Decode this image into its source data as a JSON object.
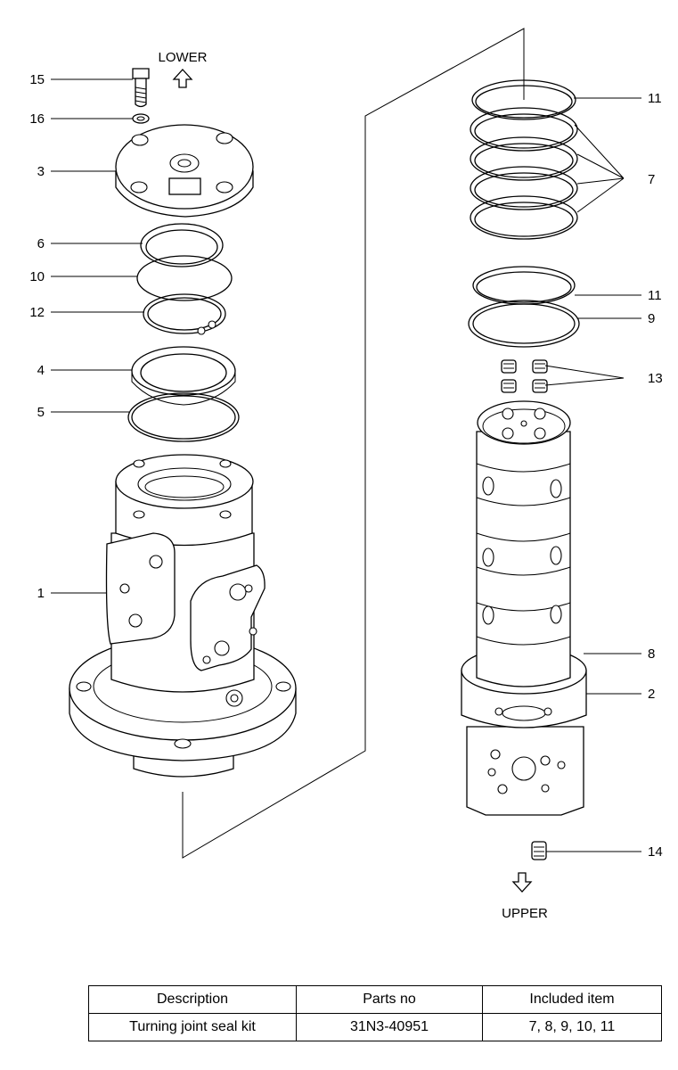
{
  "diagram": {
    "direction_top": "LOWER",
    "direction_bottom": "UPPER",
    "callouts": [
      "15",
      "16",
      "3",
      "6",
      "10",
      "12",
      "4",
      "5",
      "1",
      "11",
      "7",
      "11",
      "9",
      "13",
      "8",
      "2",
      "14"
    ]
  },
  "table": {
    "headers": [
      "Description",
      "Parts no",
      "Included item"
    ],
    "rows": [
      [
        "Turning joint seal kit",
        "31N3-40951",
        "7, 8, 9, 10, 11"
      ]
    ]
  }
}
